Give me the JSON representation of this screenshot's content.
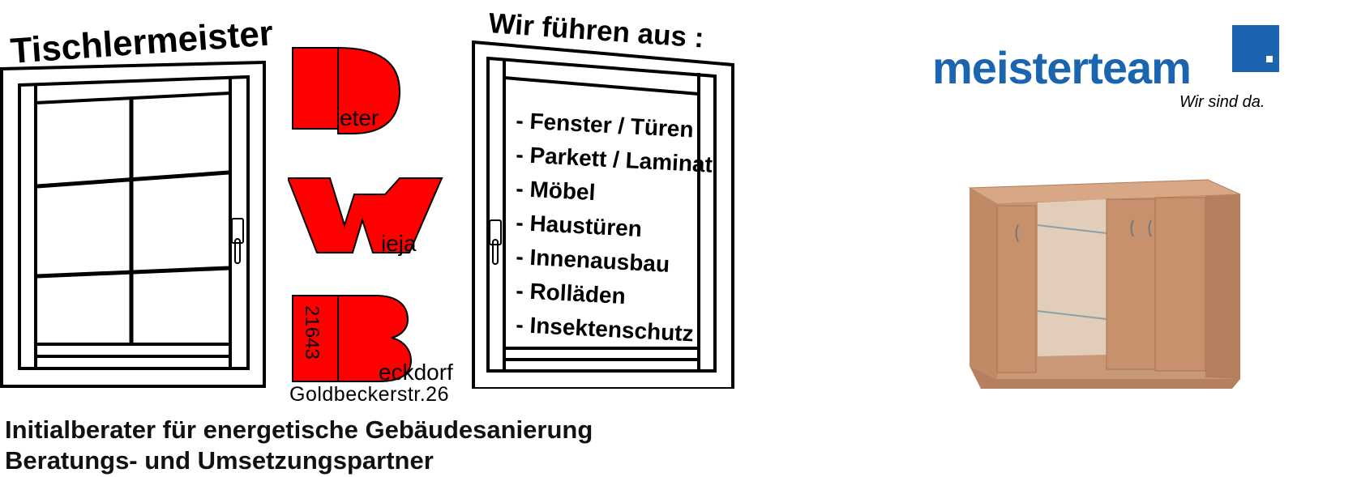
{
  "sign_title": "Tischlermeister",
  "logo": {
    "P": {
      "rest": "eter"
    },
    "W": {
      "rest": "ieja"
    },
    "B": {
      "rest": "eckdorf",
      "postcode": "21643"
    },
    "street": "Goldbeckerstr.26"
  },
  "services": {
    "heading": "Wir führen aus :",
    "items": [
      "- Fenster / Türen",
      "- Parkett / Laminat",
      "- Möbel",
      "- Haustüren",
      "- Innenausbau",
      "- Rolläden",
      "- Insektenschutz"
    ]
  },
  "meisterteam": {
    "name": "meisterteam",
    "slogan": "Wir sind da."
  },
  "tagline": {
    "line1": "Initialberater für energetische Gebäudesanierung",
    "line2": "Beratungs- und Umsetzungspartner"
  },
  "colors": {
    "red": "#ff0000",
    "meisterteam_blue": "#1a64b0",
    "frame": "#000000",
    "wood": "#c89a78"
  },
  "icons": [
    "window-frame-icon",
    "window-handle-icon",
    "cabinet-photo"
  ]
}
